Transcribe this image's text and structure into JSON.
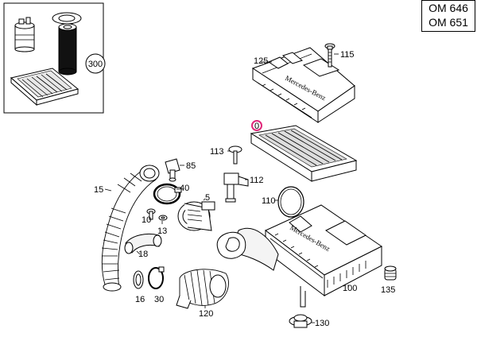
{
  "engine_codes": [
    "OM 646",
    "OM 651"
  ],
  "inset": {
    "callout": "300"
  },
  "callouts": {
    "c5": "5",
    "c10": "10",
    "c13": "13",
    "c15": "15",
    "c16": "16",
    "c18": "18",
    "c30": "30",
    "c40": "40",
    "c85": "85",
    "c100": "100",
    "c110": "110",
    "c112": "112",
    "c113": "113",
    "c115": "115",
    "c120": "120",
    "c125": "125",
    "c130": "130",
    "c135": "135",
    "c0": "0"
  },
  "lid_text": "Mercedes-Benz",
  "housing_text": "Mercedes-Benz",
  "colors": {
    "highlight": "#e0287a",
    "line": "#000000"
  }
}
